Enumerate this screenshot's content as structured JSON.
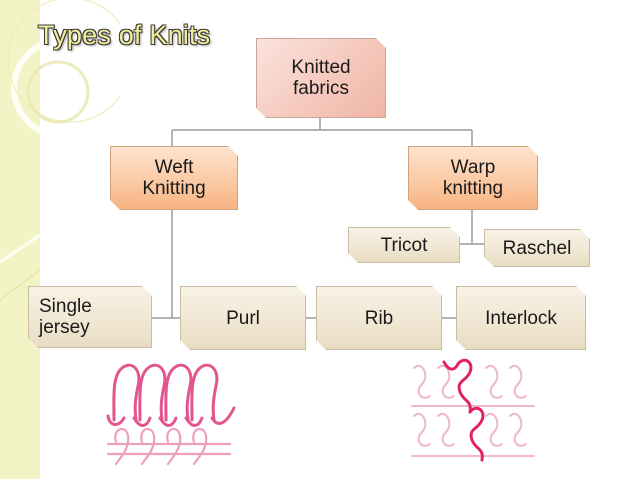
{
  "slide": {
    "title": "Types of Knits"
  },
  "diagram": {
    "root": "Knitted\nfabrics",
    "weft": "Weft\nKnitting",
    "warp": "Warp\nknitting",
    "warp_children": [
      "Tricot",
      "Raschel"
    ],
    "weft_children": [
      "Single\njersey",
      "Purl",
      "Rib",
      "Interlock"
    ]
  },
  "colors": {
    "root_box": "#f5c9bd",
    "level2_box": "#fbcaa5",
    "leaf_box": "#f0e6d2",
    "title_text": "#f2ed9a",
    "connector": "#9a9a9a"
  },
  "images": {
    "left": "weft-knit-loops-illustration",
    "right": "warp-knit-loops-illustration"
  }
}
